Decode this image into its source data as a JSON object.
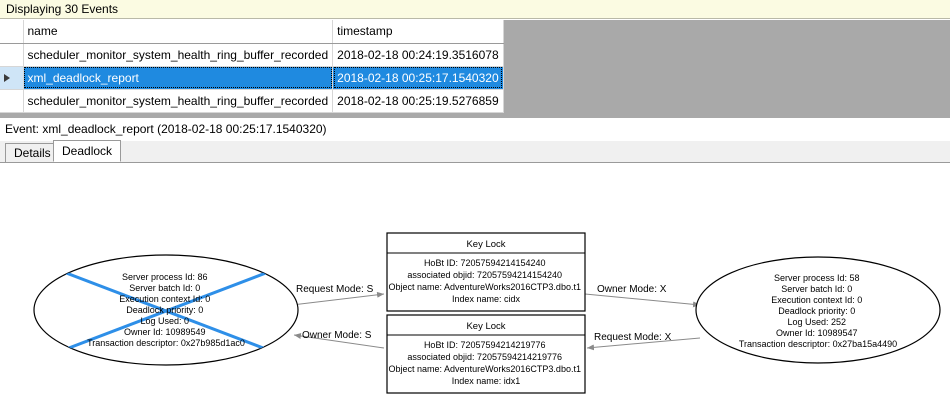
{
  "banner": {
    "text": "Displaying 30 Events"
  },
  "grid": {
    "columns": [
      "",
      "name",
      "timestamp"
    ],
    "rows": [
      {
        "selected": false,
        "marker": "",
        "name": "scheduler_monitor_system_health_ring_buffer_recorded",
        "timestamp": "2018-02-18 00:24:19.3516078"
      },
      {
        "selected": true,
        "marker": "row-selector-triangle",
        "name": "xml_deadlock_report",
        "timestamp": "2018-02-18 00:25:17.1540320"
      },
      {
        "selected": false,
        "marker": "",
        "name": "scheduler_monitor_system_health_ring_buffer_recorded",
        "timestamp": "2018-02-18 00:25:19.5276859"
      }
    ]
  },
  "event_caption": {
    "text": "Event: xml_deadlock_report (2018-02-18 00:25:17.1540320)"
  },
  "tabs": [
    {
      "label": "Details",
      "active": false
    },
    {
      "label": "Deadlock",
      "active": true
    }
  ],
  "deadlock_graph": {
    "victim_color": "#2e8fe8",
    "edge_color": "#8a8a8a",
    "process_left": {
      "is_victim": true,
      "lines": [
        "Server process Id: 86",
        "Server batch Id: 0",
        "Execution context Id: 0",
        "Deadlock priority: 0",
        "Log Used: 0",
        "Owner Id: 10989549",
        "Transaction descriptor: 0x27b985d1ac0"
      ]
    },
    "process_right": {
      "is_victim": false,
      "lines": [
        "Server process Id: 58",
        "Server batch Id: 0",
        "Execution context Id: 0",
        "Deadlock priority: 0",
        "Log Used: 252",
        "Owner Id: 10989547",
        "Transaction descriptor: 0x27ba15a4490"
      ]
    },
    "resource_top": {
      "title": "Key Lock",
      "lines": [
        "HoBt ID: 72057594214154240",
        "associated objid: 72057594214154240",
        "Object name: AdventureWorks2016CTP3.dbo.t1",
        "Index name: cidx"
      ]
    },
    "resource_bottom": {
      "title": "Key Lock",
      "lines": [
        "HoBt ID: 72057594214219776",
        "associated objid: 72057594214219776",
        "Object name: AdventureWorks2016CTP3.dbo.t1",
        "Index name: idx1"
      ]
    },
    "edges": [
      {
        "id": "left-request-top",
        "label": "Request Mode: S"
      },
      {
        "id": "top-owner-right",
        "label": "Owner Mode: X"
      },
      {
        "id": "bottom-owner-left",
        "label": "Owner Mode: S"
      },
      {
        "id": "right-request-bottom",
        "label": "Request Mode: X"
      }
    ]
  }
}
